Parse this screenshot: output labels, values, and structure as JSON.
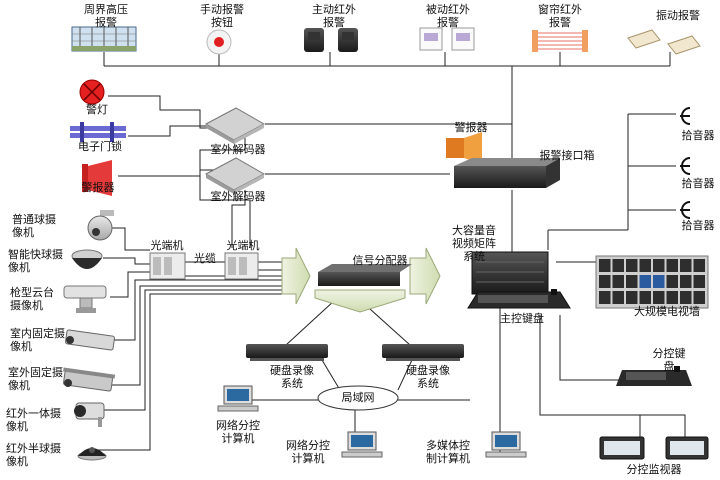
{
  "diagram": {
    "top_devices": {
      "perimeter_hv": "周界高压\n报警",
      "manual_alarm_button": "手动报警\n按钮",
      "active_ir": "主动红外\n报警",
      "passive_ir": "被动红外\n报警",
      "curtain_ir": "窗帘红外\n报警",
      "vibration": "振动报警"
    },
    "left_alarm_devices": {
      "warning_light": "警灯",
      "electronic_lock": "电子门锁",
      "siren_left": "警报器"
    },
    "decoders": {
      "decoder_1": "室外解码器",
      "decoder_2": "室外解码器"
    },
    "cameras": {
      "dome_camera": "普通球摄\n像机",
      "speed_dome": "智能快球摄\n像机",
      "ptz_camera": "枪型云台\n摄像机",
      "indoor_fixed": "室内固定摄\n像机",
      "outdoor_fixed": "室外固定摄\n像机",
      "ir_integrated": "红外一体摄\n像机",
      "ir_half_dome": "红外半球摄\n像机"
    },
    "transmission": {
      "optical_1": "光端机",
      "optical_2": "光端机",
      "fiber": "光缆"
    },
    "center": {
      "splitter": "信号分配器",
      "siren_center": "警报器",
      "alarm_interface": "报警接口箱",
      "matrix": "大容量音\n视频矩阵\n系统",
      "main_keyboard": "主控键盘",
      "dvr_1": "硬盘录像\n系统",
      "dvr_2": "硬盘录像\n系统",
      "lan": "局域网"
    },
    "right_side": {
      "mic_1": "拾音器",
      "mic_2": "拾音器",
      "mic_3": "拾音器",
      "video_wall": "大规模电视墙",
      "sub_keyboard": "分控键\n盘",
      "sub_monitor": "分控监视器"
    },
    "computers": {
      "net_ctrl_1": "网络分控\n计算机",
      "net_ctrl_2": "网络分控\n计算机",
      "multimedia": "多媒体控\n制计算机"
    }
  }
}
